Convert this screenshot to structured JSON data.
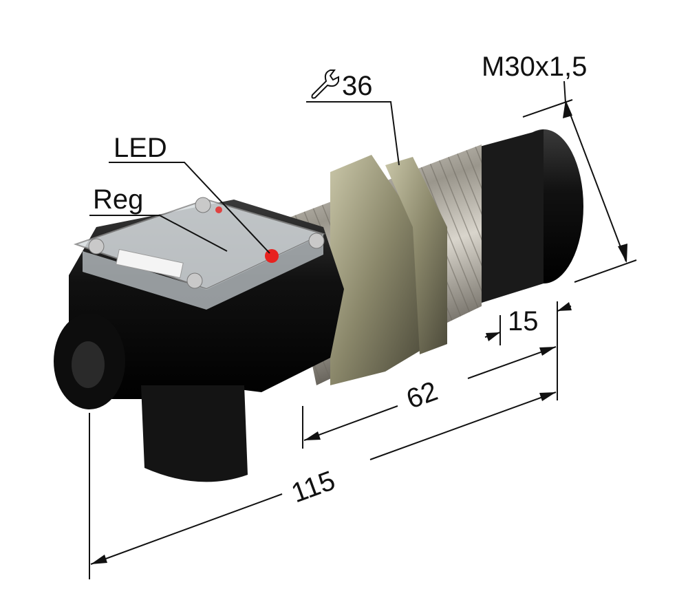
{
  "labels": {
    "thread": "M30x1,5",
    "wrench_size": "36",
    "led": "LED",
    "reg": "Reg"
  },
  "dimensions": {
    "front_length": "15",
    "thread_length": "62",
    "total_length": "115"
  },
  "icons": {
    "wrench": "wrench-icon"
  }
}
